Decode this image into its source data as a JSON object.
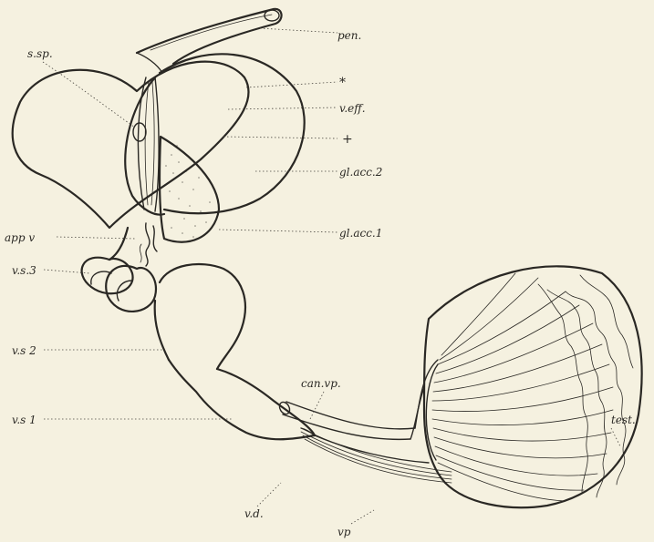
{
  "labels": {
    "pen": "pen.",
    "s_sp": "s.sp.",
    "asterisk": "*",
    "v_eff": "v.eff.",
    "plus": "+",
    "gl_acc_2": "gl.acc.2",
    "gl_acc_1": "gl.acc.1",
    "app_v": "app v",
    "v_s_3": "v.s.3",
    "v_s_2": "v.s 2",
    "v_s_1": "v.s 1",
    "can_vp": "can.vp.",
    "test": "test.",
    "v_d": "v.d.",
    "vp": "vp"
  }
}
